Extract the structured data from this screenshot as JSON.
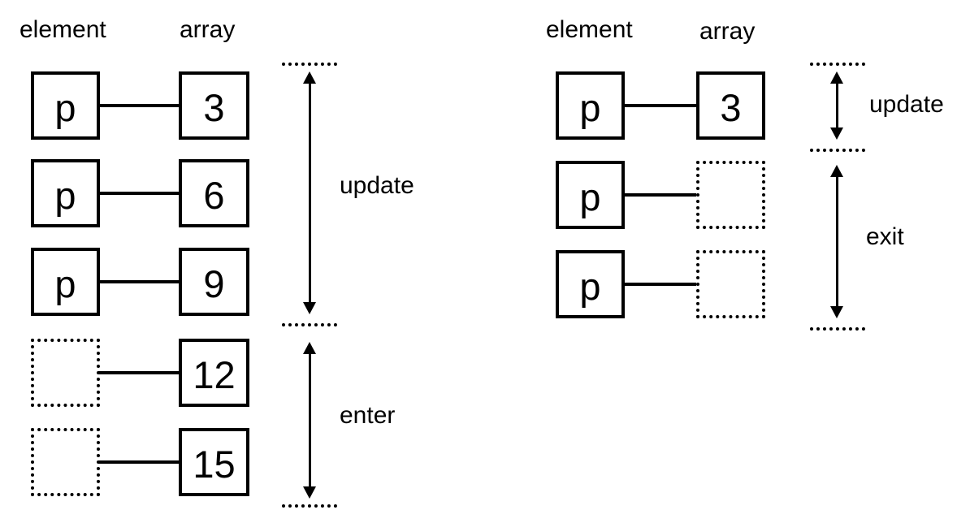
{
  "palette": {
    "ink": "#000000",
    "background": "#ffffff"
  },
  "left": {
    "header": {
      "element": "element",
      "array": "array"
    },
    "rows": [
      {
        "element": "p",
        "array": "3"
      },
      {
        "element": "p",
        "array": "6"
      },
      {
        "element": "p",
        "array": "9"
      },
      {
        "element": "",
        "array": "12"
      },
      {
        "element": "",
        "array": "15"
      }
    ],
    "spans": [
      {
        "label": "update"
      },
      {
        "label": "enter"
      }
    ]
  },
  "right": {
    "header": {
      "element": "element",
      "array": "array"
    },
    "rows": [
      {
        "element": "p",
        "array": "3"
      },
      {
        "element": "p",
        "array": ""
      },
      {
        "element": "p",
        "array": ""
      }
    ],
    "spans": [
      {
        "label": "update"
      },
      {
        "label": "exit"
      }
    ]
  }
}
